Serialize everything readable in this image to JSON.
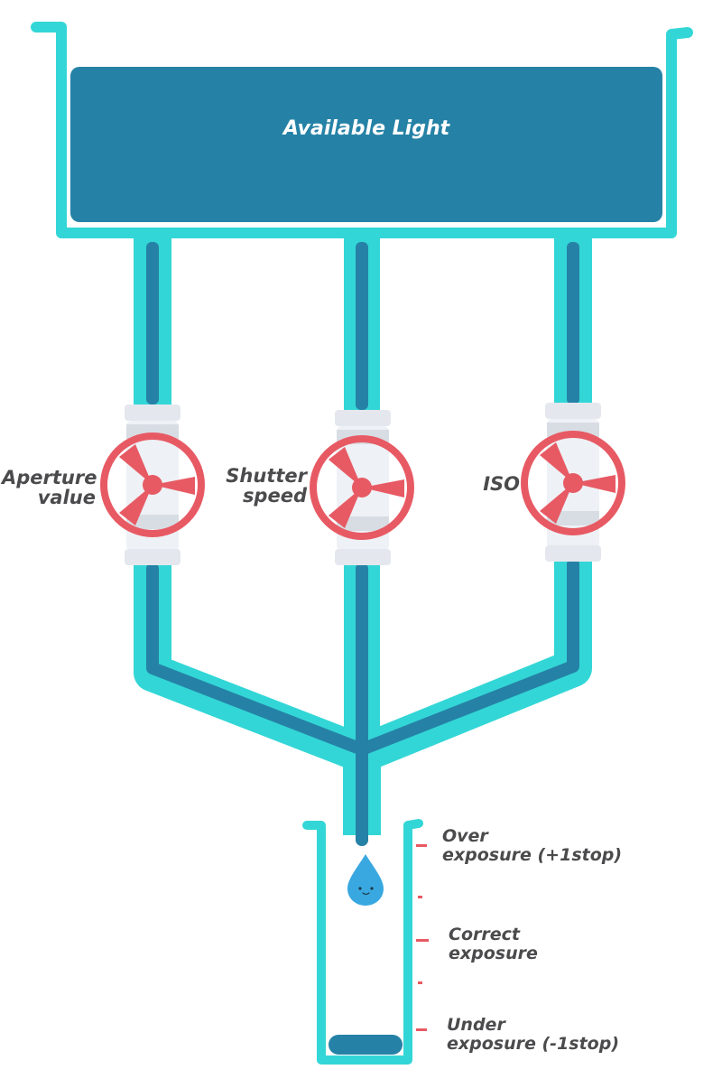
{
  "tank": {
    "label": "Available Light"
  },
  "valves": [
    {
      "id": "aperture",
      "line1": "Aperture",
      "line2": "value"
    },
    {
      "id": "shutter",
      "line1": "Shutter",
      "line2": "speed"
    },
    {
      "id": "iso",
      "line1": "ISO",
      "line2": ""
    }
  ],
  "glass_marks": [
    {
      "id": "over",
      "line1": "Over",
      "line2": "exposure (+1stop)"
    },
    {
      "id": "correct",
      "line1": "Correct",
      "line2": "exposure"
    },
    {
      "id": "under",
      "line1": "Under",
      "line2": "exposure (-1stop)"
    }
  ],
  "colors": {
    "light_pipe": "#33d6d6",
    "dark_pipe": "#2582a6",
    "valve_red": "#e75a64",
    "valve_body": "#e4e8ee",
    "droplet": "#3aa8e0",
    "label_text": "#4b4b4d"
  }
}
